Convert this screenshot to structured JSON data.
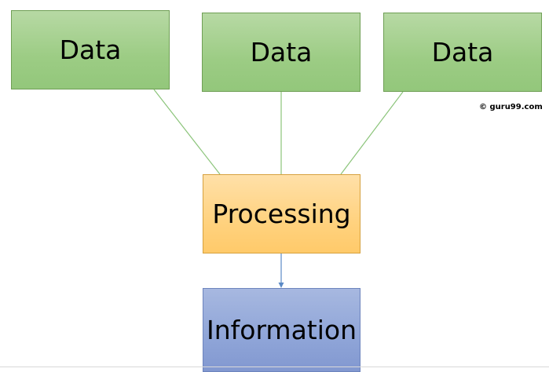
{
  "diagram": {
    "inputs": [
      {
        "label": "Data"
      },
      {
        "label": "Data"
      },
      {
        "label": "Data"
      }
    ],
    "process": {
      "label": "Processing"
    },
    "output": {
      "label": "Information"
    }
  },
  "watermark": {
    "text": "© guru99.com"
  },
  "colors": {
    "data_fill": "#9ccc84",
    "data_border": "#6f9f55",
    "process_fill": "#ffd27f",
    "process_border": "#d6a13f",
    "info_fill": "#8fa5d8",
    "info_border": "#6d84bd",
    "connector_green": "#8bc47a",
    "arrow_blue": "#5b8ac6"
  }
}
